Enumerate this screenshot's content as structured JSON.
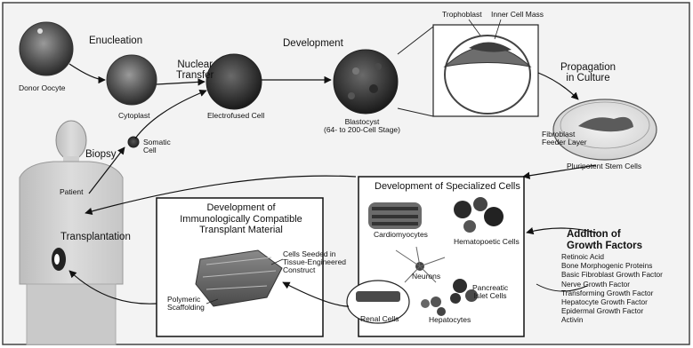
{
  "labels": {
    "enucleation": "Enucleation",
    "donor_oocyte": "Donor Oocyte",
    "cytoplast": "Cytoplast",
    "nuclear_transfer": "Nuclear\nTransfer",
    "electrofused_cell": "Electrofused Cell",
    "development": "Development",
    "blastocyst": "Blastocyst\n(64- to 200-Cell Stage)",
    "trophoblast": "Trophoblast",
    "inner_cell_mass": "Inner Cell Mass",
    "propagation": "Propagation\nin Culture",
    "feeder_layer": "Fibroblast\nFeeder Layer",
    "pluripotent": "Pluripotent Stem Cells",
    "biopsy": "Biopsy",
    "somatic_cell": "Somatic\nCell",
    "patient": "Patient",
    "transplantation": "Transplantation",
    "specialized_title": "Development of Specialized Cells",
    "cardiomyocytes": "Cardiomyocytes",
    "hematopoietic": "Hematopoetic Cells",
    "neurons": "Neurons",
    "pancreatic": "Pancreatic\nIslet Cells",
    "hepatocytes": "Hepatocytes",
    "renal": "Renal Cells",
    "immuno_title": "Development of\nImmunologically Compatible\nTransplant Material",
    "seeded": "Cells Seeded in\nTissue-Engineered\nConstruct",
    "polymeric": "Polymeric\nScaffolding",
    "growth_title": "Addition of\nGrowth Factors"
  },
  "growth_factors": [
    "Retinoic Acid",
    "Bone Morphogenic Proteins",
    "Basic Fibroblast Growth Factor",
    "Nerve Growth Factor",
    "Transforming Growth Factor",
    "Hepatocyte Growth Factor",
    "Epidermal Growth Factor",
    "Activin"
  ]
}
